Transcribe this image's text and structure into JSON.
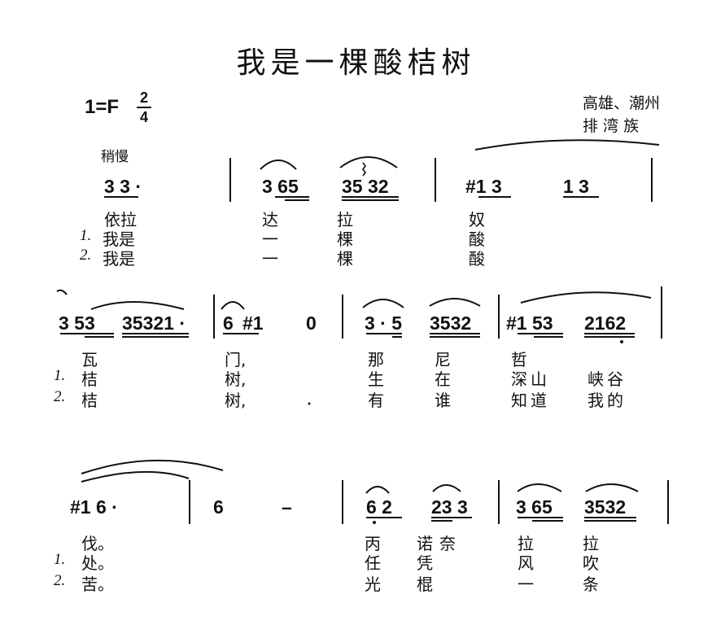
{
  "title": "我是一棵酸桔树",
  "key": "1=F",
  "time_num": "2",
  "time_den": "4",
  "credit_place": "高雄、潮州",
  "credit_people": "排 湾 族",
  "tempo": "稍慢",
  "verse1": "1.",
  "verse2": "2.",
  "row1": {
    "n": [
      "3 3 ·",
      "3 65",
      "35 32",
      "#1 3",
      "1 3"
    ],
    "l0": [
      "依拉",
      "达",
      "拉",
      "奴"
    ],
    "l1": [
      "我是",
      "一",
      "棵",
      "酸"
    ],
    "l2": [
      "我是",
      "一",
      "棵",
      "酸"
    ]
  },
  "row2": {
    "n": [
      "3 53",
      "35321 ·",
      "6",
      "#1",
      "0",
      "3 · 5",
      "3532",
      "#1 53",
      "2162"
    ],
    "l0": [
      "瓦",
      "门,",
      "那",
      "尼",
      "哲"
    ],
    "l1": [
      "桔",
      "树,",
      "生",
      "在",
      "深山",
      "峡谷"
    ],
    "l2": [
      "桔",
      "树,",
      "有",
      "谁",
      "知道",
      "我的"
    ]
  },
  "row3": {
    "n": [
      "#1 6 ·",
      "6",
      "–",
      "6 2",
      "23 3",
      "3 65",
      "3532"
    ],
    "l0": [
      "伐。",
      "丙",
      "诺奈",
      "拉",
      "拉"
    ],
    "l1": [
      "处。",
      "任",
      "凭",
      "风",
      "吹"
    ],
    "l2": [
      "苦。",
      "光",
      "棍",
      "一",
      "条"
    ]
  }
}
